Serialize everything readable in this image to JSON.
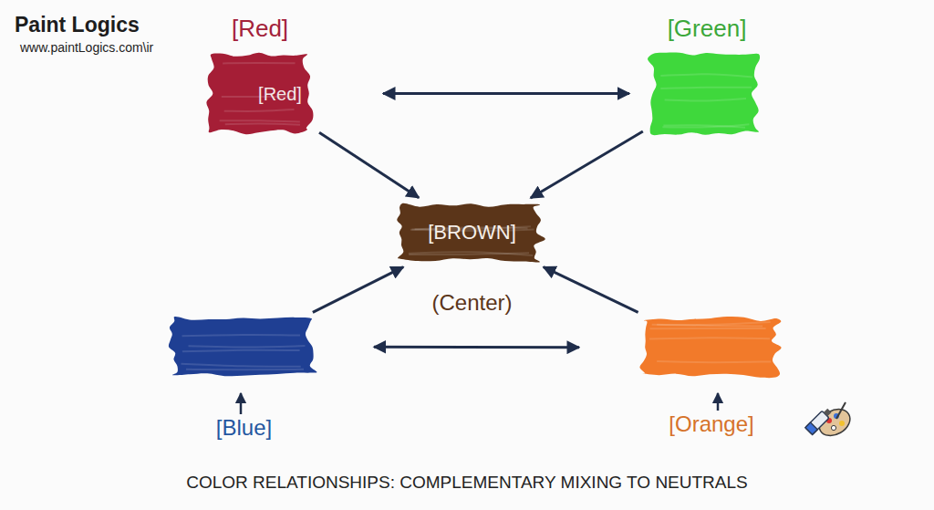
{
  "diagram": {
    "caption": "COLOR RELATIONSHIPS: COMPLEMENTARY MIXING TO NEUTRALS",
    "nodes": [
      {
        "text": [
          "[Red]",
          "[Red]"
        ]
      },
      {
        "text": [
          "[Green]"
        ]
      },
      {
        "text": [
          "[BROWN]",
          "(Center)"
        ]
      },
      {
        "text": [
          "[Blue]"
        ]
      },
      {
        "text": [
          "[Orange]"
        ]
      }
    ],
    "edges": [
      {
        "from": 0,
        "to": 1,
        "arrow": "both"
      },
      {
        "from": 0,
        "to": 2,
        "arrow": "to"
      },
      {
        "from": 1,
        "to": 2,
        "arrow": "to"
      },
      {
        "from": 3,
        "to": 2,
        "arrow": "to"
      },
      {
        "from": 4,
        "to": 2,
        "arrow": "to"
      },
      {
        "from": 3,
        "to": 4,
        "arrow": "both"
      }
    ],
    "labels": [
      "Paint Logics",
      "www.paintLogics.com\\ir"
    ]
  }
}
